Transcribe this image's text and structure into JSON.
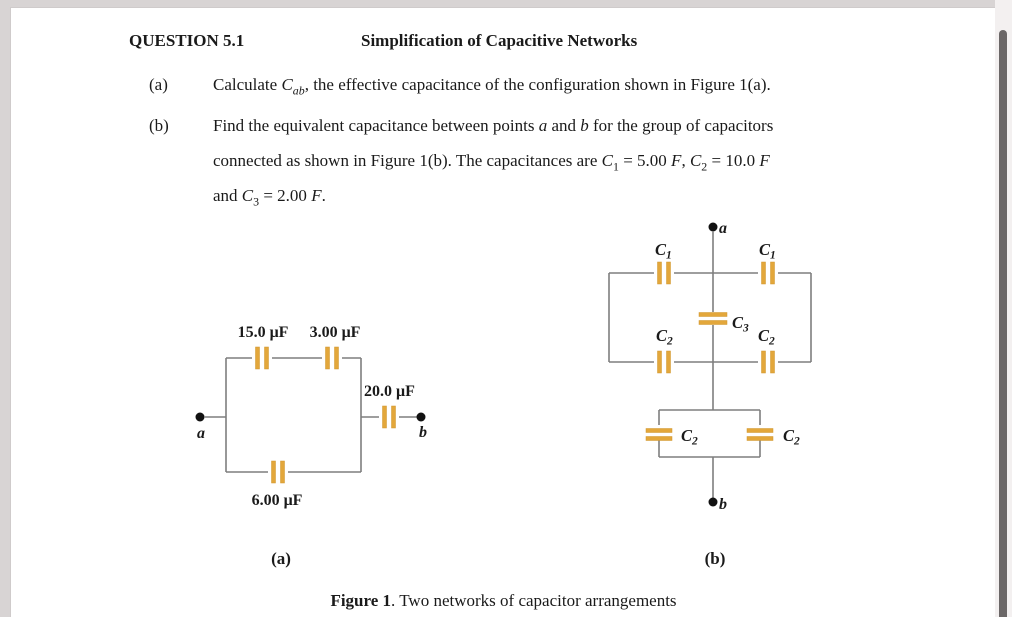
{
  "doc": {
    "header": {
      "question_no": "QUESTION 5.1",
      "title": "Simplification of Capacitive Networks"
    },
    "items": {
      "a": {
        "label": "(a)",
        "runs": [
          {
            "t": "Calculate "
          },
          {
            "t": "C",
            "s": "it"
          },
          {
            "t": "ab",
            "s": "it sub"
          },
          {
            "t": ", the effective capacitance of the configuration shown in Figure 1(a)."
          }
        ]
      },
      "b": {
        "label": "(b)",
        "line1_runs": [
          {
            "t": "Find the equivalent capacitance between points "
          },
          {
            "t": "a",
            "s": "it"
          },
          {
            "t": " and "
          },
          {
            "t": "b",
            "s": "it"
          },
          {
            "t": " for the group of capacitors"
          }
        ],
        "line2_runs": [
          {
            "t": "connected as shown in Figure 1(b). The capacitances are "
          },
          {
            "t": "C",
            "s": "it"
          },
          {
            "t": "1",
            "s": "sub"
          },
          {
            "t": " = 5.00 "
          },
          {
            "t": "F",
            "s": "it"
          },
          {
            "t": ", "
          },
          {
            "t": "C",
            "s": "it"
          },
          {
            "t": "2",
            "s": "sub"
          },
          {
            "t": " = 10.0 "
          },
          {
            "t": "F",
            "s": "it"
          }
        ],
        "line3_runs": [
          {
            "t": "and "
          },
          {
            "t": "C",
            "s": "it"
          },
          {
            "t": "3",
            "s": "sub"
          },
          {
            "t": " = 2.00 "
          },
          {
            "t": "F",
            "s": "it"
          },
          {
            "t": "."
          }
        ]
      }
    },
    "figure": {
      "a": {
        "cap_top_left_value": "15.0 μF",
        "cap_top_right_value": "3.00 μF",
        "cap_right_value": "20.0 μF",
        "cap_bottom_value": "6.00 μF",
        "terminal_a": "a",
        "terminal_b": "b",
        "sublabel": "(a)"
      },
      "b": {
        "terminal_a": "a",
        "terminal_b": "b",
        "sublabel": "(b)",
        "labels": {
          "c1_left": {
            "sym": "C",
            "sub": "1"
          },
          "c1_right": {
            "sym": "C",
            "sub": "1"
          },
          "c3": {
            "sym": "C",
            "sub": "3"
          },
          "c2_upper_left": {
            "sym": "C",
            "sub": "2"
          },
          "c2_upper_right": {
            "sym": "C",
            "sub": "2"
          },
          "c2_lower_left": {
            "sym": "C",
            "sub": "2"
          },
          "c2_lower_right": {
            "sym": "C",
            "sub": "2"
          }
        }
      },
      "caption": {
        "bold": "Figure 1",
        "rest": ". Two networks of capacitor arrangements"
      }
    },
    "colors": {
      "capacitor_plate": "#e3a73b",
      "wire": "#7e7e7e",
      "page_background": "#ffffff",
      "frame_background": "#d8d4d4",
      "scrollbar_thumb": "#6b6767"
    }
  }
}
